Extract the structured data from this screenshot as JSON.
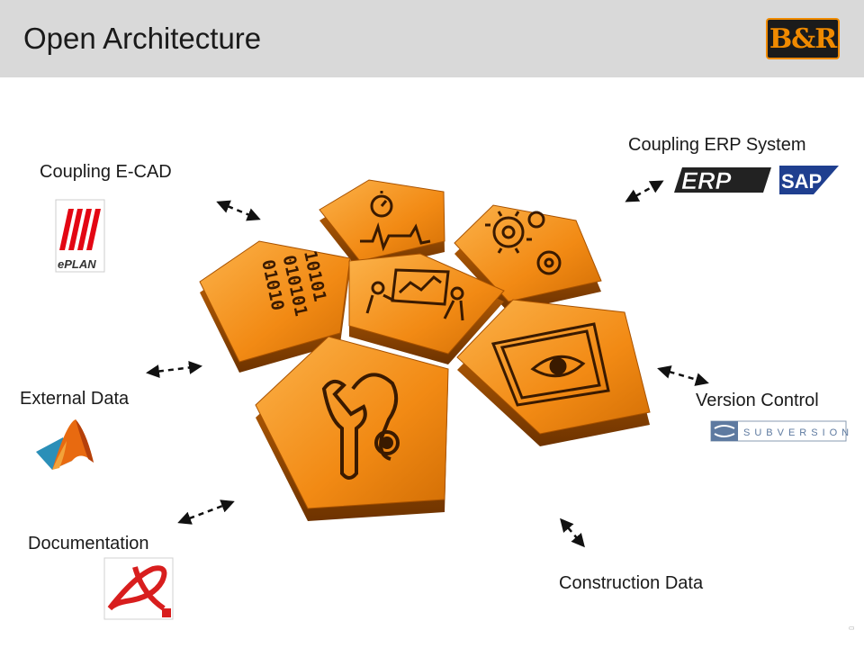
{
  "title": "Open Architecture",
  "logo_text": "B&R",
  "labels": {
    "ecad": "Coupling E-CAD",
    "erp": "Coupling ERP System",
    "external": "External Data",
    "version": "Version Control",
    "documentation": "Documentation",
    "construction": "Construction Data"
  },
  "logos": {
    "eplan": "ePLAN",
    "erp": "ERP",
    "sap": "SAP",
    "subversion": "SUBVERSION"
  },
  "binary_text": [
    "10101",
    "010101",
    "01010"
  ],
  "colors": {
    "header_bg": "#d9d9d9",
    "accent_orange": "#f08a00",
    "tile_orange": "#f59a2a",
    "tile_dark": "#b85a05"
  }
}
